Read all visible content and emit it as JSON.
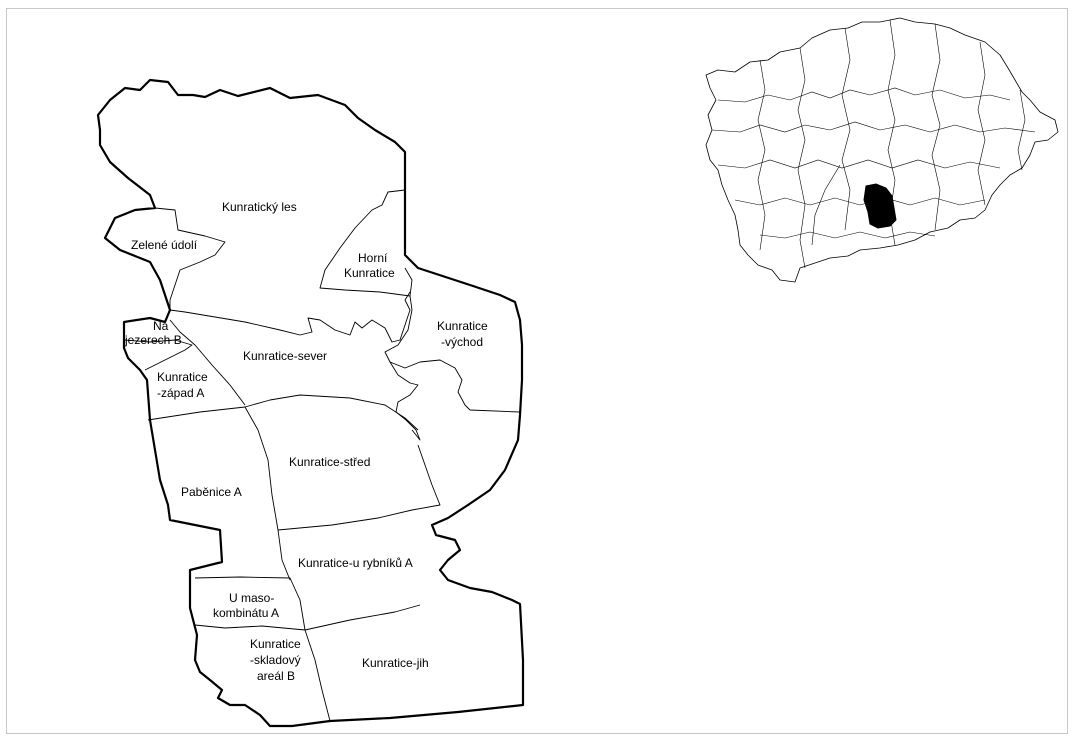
{
  "map": {
    "districts": [
      {
        "id": "kunraticky-les",
        "label_lines": [
          "Kunratický les"
        ]
      },
      {
        "id": "zelene-udoli",
        "label_lines": [
          "Zelené údolí"
        ]
      },
      {
        "id": "horni-kunratice",
        "label_lines": [
          "Horní",
          "Kunratice"
        ]
      },
      {
        "id": "na-jezerech-b",
        "label_lines": [
          "Na",
          "jezerech B"
        ]
      },
      {
        "id": "kunratice-vychod",
        "label_lines": [
          "Kunratice",
          "-východ"
        ]
      },
      {
        "id": "kunratice-sever",
        "label_lines": [
          "Kunratice-sever"
        ]
      },
      {
        "id": "kunratice-zapad-a",
        "label_lines": [
          "Kunratice",
          "-západ A"
        ]
      },
      {
        "id": "kunratice-stred",
        "label_lines": [
          "Kunratice-střed"
        ]
      },
      {
        "id": "pabenice-a",
        "label_lines": [
          "Paběnice A"
        ]
      },
      {
        "id": "kunratice-u-rybniku-a",
        "label_lines": [
          "Kunratice-u rybníků A"
        ]
      },
      {
        "id": "u-masokombinatu-a",
        "label_lines": [
          "U maso-",
          "kombinátu A"
        ]
      },
      {
        "id": "kunratice-skladovy-areal-b",
        "label_lines": [
          "Kunratice",
          "-skladový",
          "areál B"
        ]
      },
      {
        "id": "kunratice-jih",
        "label_lines": [
          "Kunratice-jih"
        ]
      }
    ],
    "colors": {
      "outline": "#000000",
      "fill": "#ffffff",
      "highlight": "#000000",
      "frame": "#c8c8c8"
    }
  }
}
